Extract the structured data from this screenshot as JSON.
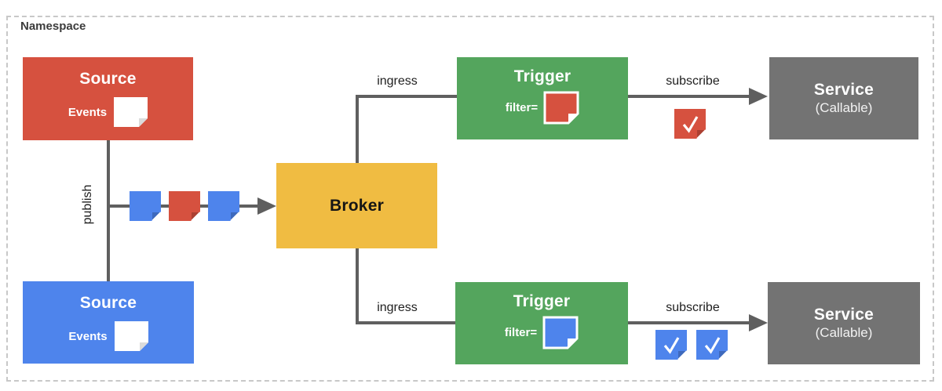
{
  "namespace": {
    "label": "Namespace"
  },
  "colors": {
    "red": "#D6513F",
    "blue": "#4E84EC",
    "green": "#54A55D",
    "yellow": "#F0BC42",
    "gray": "#737373",
    "line": "#5F5F5F",
    "white": "#FFFFFF"
  },
  "nodes": {
    "source_red": {
      "title": "Source",
      "events_label": "Events",
      "color": "#D6513F",
      "icon": "note-icon"
    },
    "source_blue": {
      "title": "Source",
      "events_label": "Events",
      "color": "#4E84EC",
      "icon": "note-icon"
    },
    "broker": {
      "title": "Broker",
      "color": "#F0BC42"
    },
    "trigger_top": {
      "title": "Trigger",
      "filter_label": "filter=",
      "filter_color": "#D6513F",
      "icon": "note-icon"
    },
    "trigger_bottom": {
      "title": "Trigger",
      "filter_label": "filter=",
      "filter_color": "#4E84EC",
      "icon": "note-icon"
    },
    "service_top": {
      "title": "Service",
      "subtitle": "(Callable)",
      "color": "#737373"
    },
    "service_bottom": {
      "title": "Service",
      "subtitle": "(Callable)",
      "color": "#737373"
    }
  },
  "edges": {
    "publish": "publish",
    "ingress_top": "ingress",
    "ingress_bottom": "ingress",
    "subscribe_top": "subscribe",
    "subscribe_bottom": "subscribe"
  },
  "event_squares": [
    {
      "icon": "event-note-icon",
      "color": "#4E84EC"
    },
    {
      "icon": "event-note-icon",
      "color": "#D6513F"
    },
    {
      "icon": "event-note-icon",
      "color": "#4E84EC"
    }
  ],
  "delivered_events": {
    "top": [
      {
        "icon": "check-note-icon",
        "color": "#D6513F"
      }
    ],
    "bottom": [
      {
        "icon": "check-note-icon",
        "color": "#4E84EC"
      },
      {
        "icon": "check-note-icon",
        "color": "#4E84EC"
      }
    ]
  }
}
